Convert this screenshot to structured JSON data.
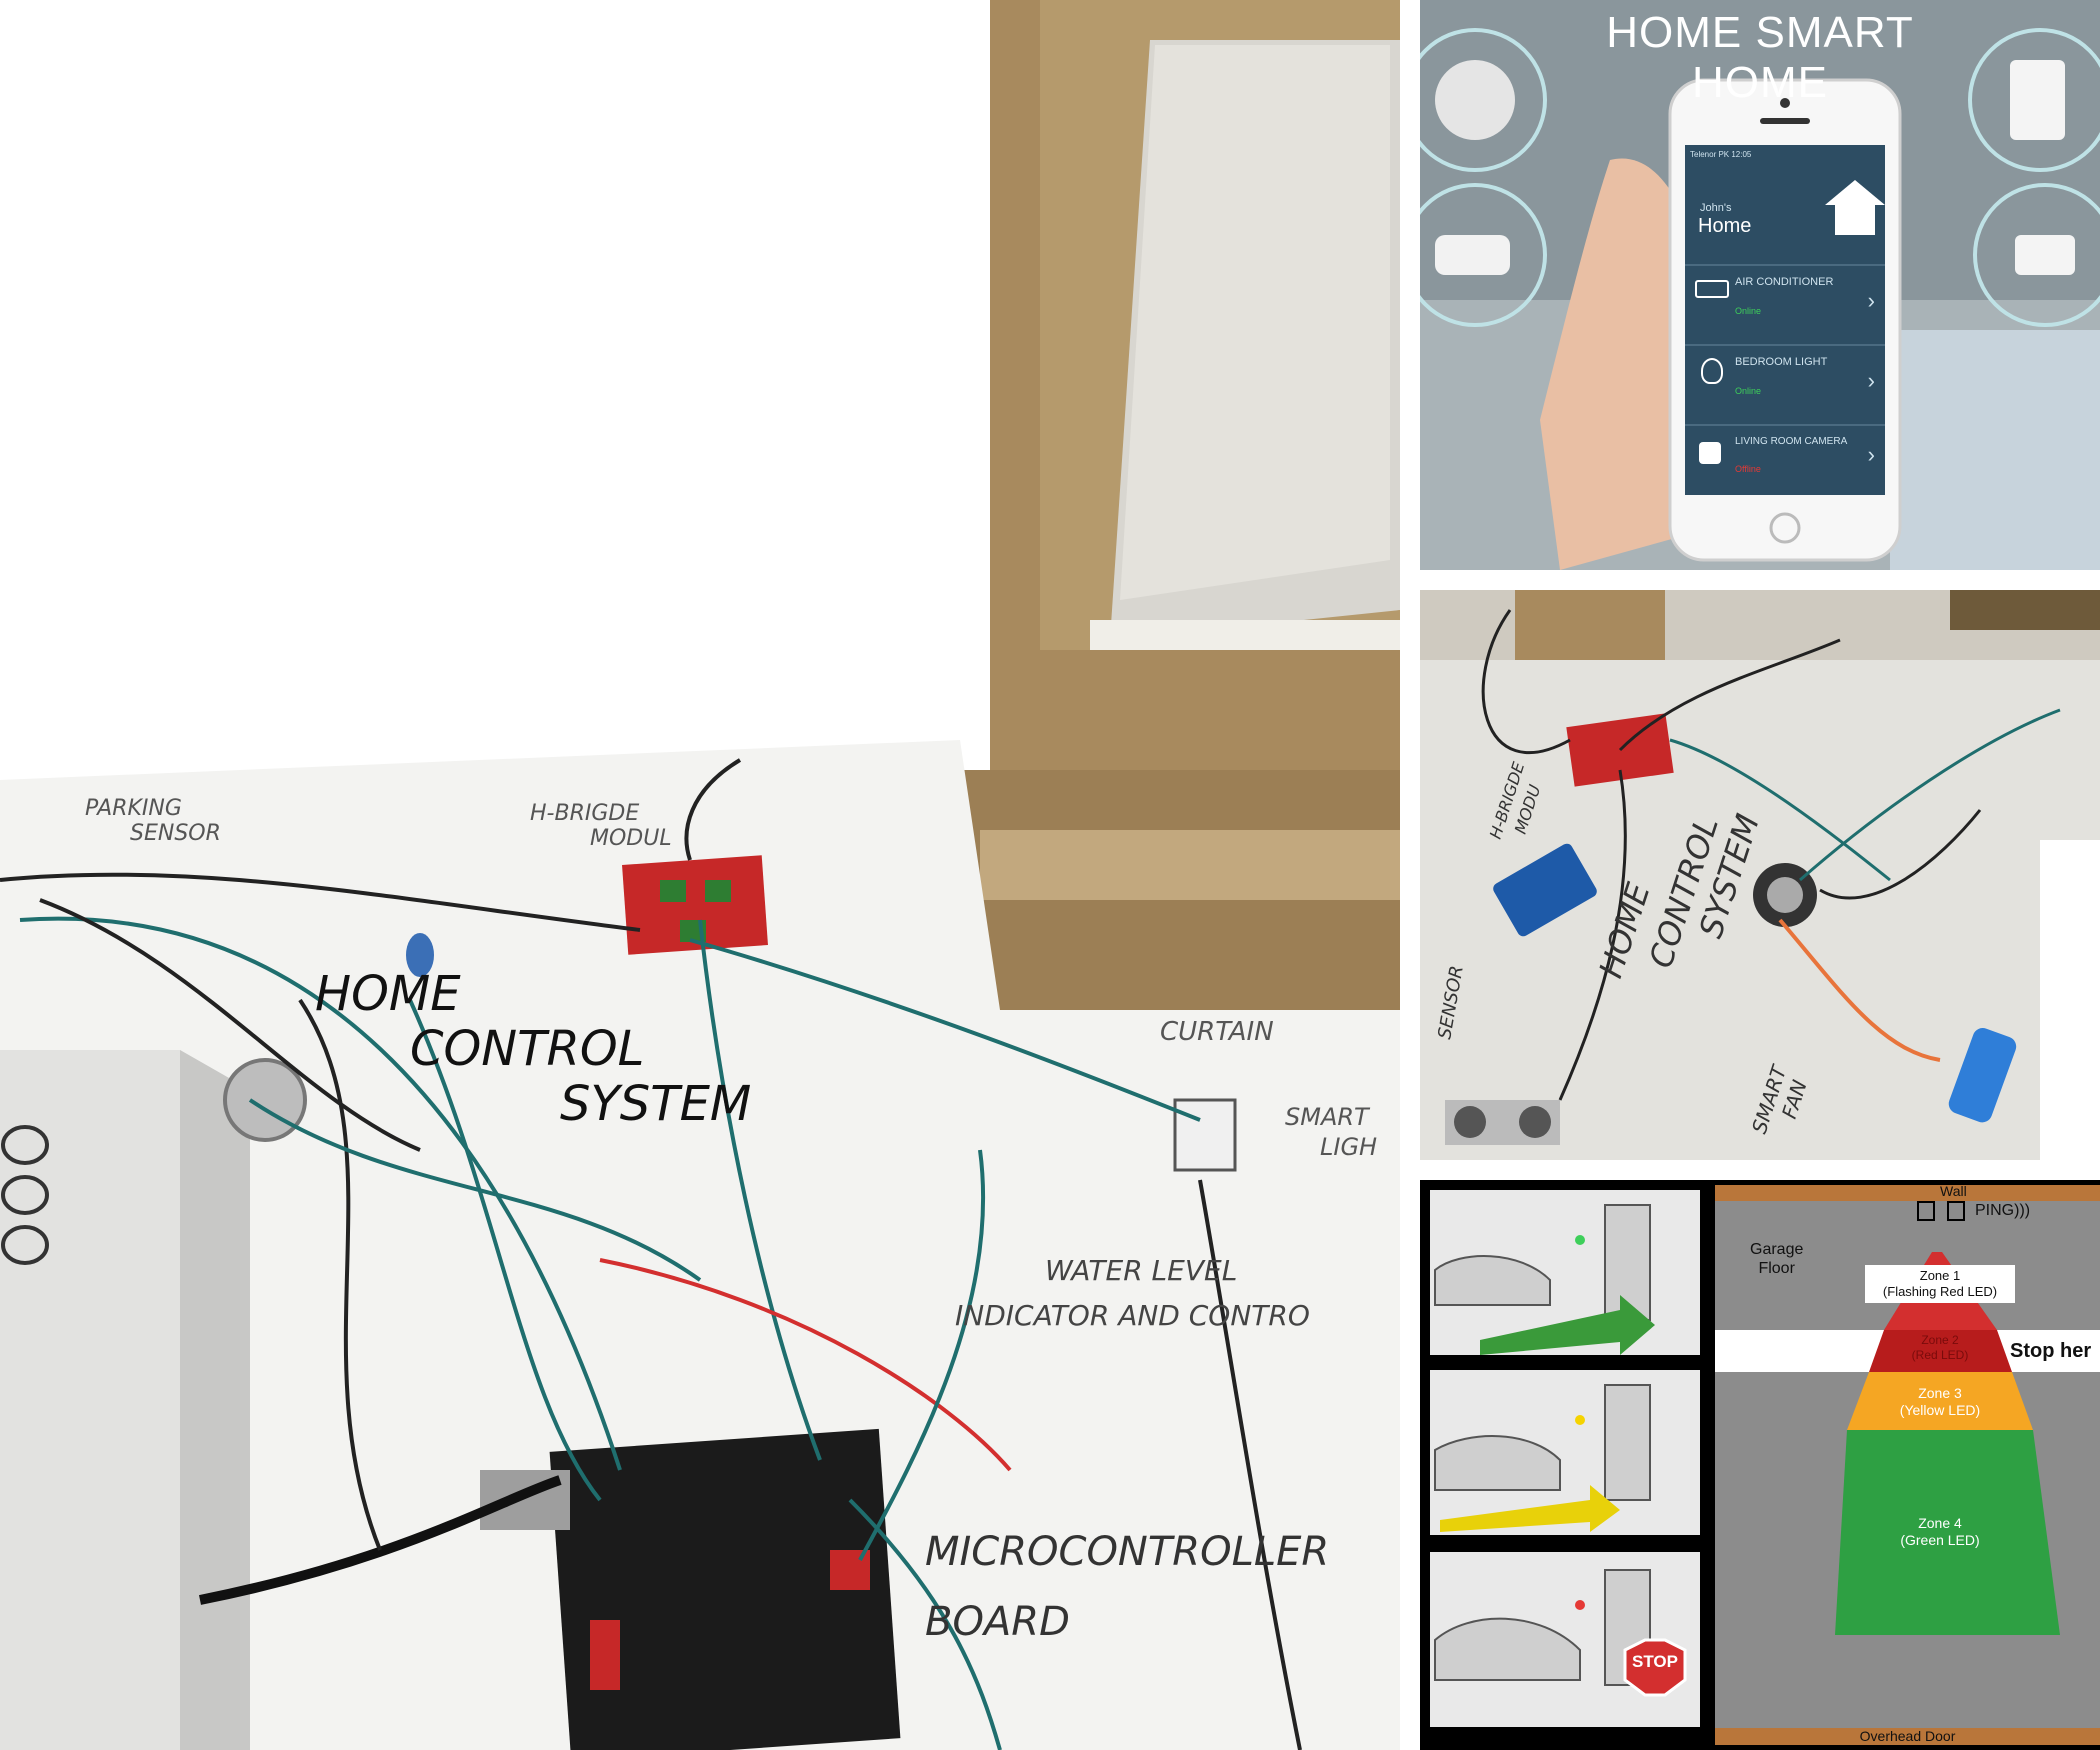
{
  "main_photo": {
    "labels": {
      "parking_sensor_1": "PARKING",
      "parking_sensor_2": "SENSOR",
      "hbridge_1": "H-BRIGDE",
      "hbridge_2": "MODUL",
      "title_1": "HOME",
      "title_2": "CONTROL",
      "title_3": "SYSTEM",
      "curtain": "CURTAIN",
      "smart_light_1": "SMART",
      "smart_light_2": "LIGH",
      "water_1": "WATER LEVEL",
      "water_2": "INDICATOR AND CONTRO",
      "micro_1": "MICROCONTROLLER",
      "micro_2": "BOARD"
    }
  },
  "app_panel": {
    "title": "HOME SMART HOME",
    "phone": {
      "status": "Telenor PK  12:05",
      "owner": "John's",
      "home": "Home",
      "devices": [
        {
          "name": "AIR CONDITIONER",
          "state": "Online",
          "state_color": "#3ecf5a"
        },
        {
          "name": "BEDROOM LIGHT",
          "state": "Online",
          "state_color": "#3ecf5a"
        },
        {
          "name": "LIVING ROOM CAMERA",
          "state": "Offline",
          "state_color": "#e53935"
        }
      ]
    }
  },
  "model_photo": {
    "labels": {
      "hbridge_1": "H-BRIGDE",
      "hbridge_2": "MODU",
      "title_1": "HOME",
      "title_2": "CONTROL",
      "title_3": "SYSTEM",
      "sensor": "SENSOR",
      "fan_1": "SMART",
      "fan_2": "FAN"
    }
  },
  "parking_panel": {
    "stop_sign": "STOP",
    "wall": "Wall",
    "ping": "PING)))",
    "garage_1": "Garage",
    "garage_2": "Floor",
    "stop_here": "Stop her",
    "overhead": "Overhead Door",
    "zones": [
      {
        "line1": "Zone 1",
        "line2": "(Flashing Red LED)",
        "color": "#d32f2f"
      },
      {
        "line1": "Zone 2",
        "line2": "(Red LED)",
        "color": "#c62828"
      },
      {
        "line1": "Zone 3",
        "line2": "(Yellow LED)",
        "color": "#f5a623"
      },
      {
        "line1": "Zone 4",
        "line2": "(Green LED)",
        "color": "#2ea043"
      }
    ],
    "led_colors": [
      "#3ecf5a",
      "#f5d300",
      "#e53935"
    ]
  }
}
